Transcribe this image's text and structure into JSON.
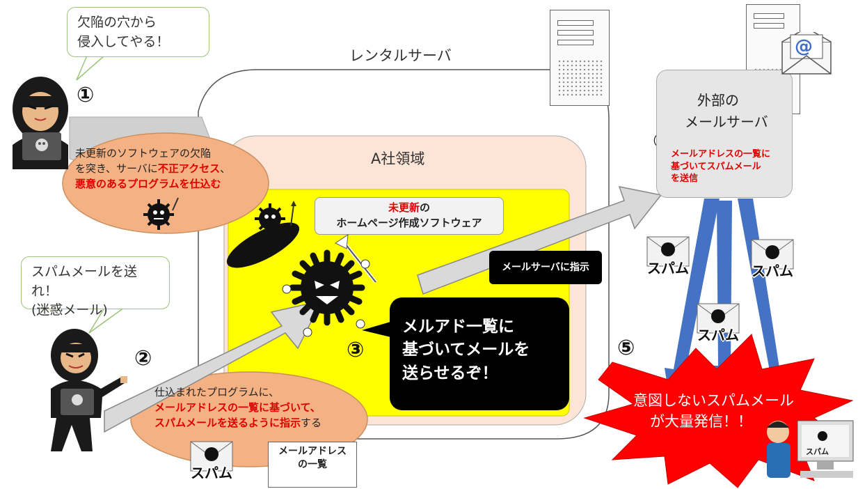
{
  "hacker1_speech": [
    "欠陥の穴から",
    "侵入してやる！"
  ],
  "hacker2_speech": [
    "スパムメールを送れ！",
    "(迷惑メール)"
  ],
  "rental_server_label": "レンタルサーバ",
  "company_area_label": "A社領域",
  "steps": [
    "①",
    "②",
    "③",
    "④",
    "⑤"
  ],
  "step1_text": {
    "line1": "未更新のソフトウェアの欠陥",
    "line2_a": "を突き、サーバに",
    "line2_red": "不正アクセス",
    "line2_b": "、",
    "line3_red": "悪意のあるプログラムを仕込む"
  },
  "software_box": {
    "red": "未更新",
    "rest": "の",
    "line2": "ホームページ作成ソフトウェア"
  },
  "instruct_server_label": "メールサーバに指示",
  "step3_speech": [
    "メルアド一覧に",
    "基づいてメールを",
    "送らせるぞ！"
  ],
  "step2_text": {
    "line1": "仕込まれたプログラムに、",
    "line2_red": "メールアドレスの一覧に基づいて、",
    "line3_red": "スパムメールを送るように指示",
    "line3_b": "する"
  },
  "address_list_doc": [
    "メールアドレス",
    "の一覧"
  ],
  "mail_server": {
    "title": [
      "外部の",
      "メールサーバ"
    ],
    "step4_red": [
      "メールアドレスの一覧に",
      "基づいてスパムメール",
      "を送信"
    ]
  },
  "spam_word": "スパム",
  "burst_text": [
    "意図しないスパムメール",
    "が大量発信！！"
  ],
  "at_symbol": "@",
  "colors": {
    "red_text": "#e00000",
    "ellipse_fill": "#f4b183",
    "company_fill": "#fce4d6",
    "yellow_area": "#ffff00",
    "arrow_fill": "#d9d9d9",
    "blue_arrow": "#4472c4",
    "burst_red": "#ff0000"
  }
}
